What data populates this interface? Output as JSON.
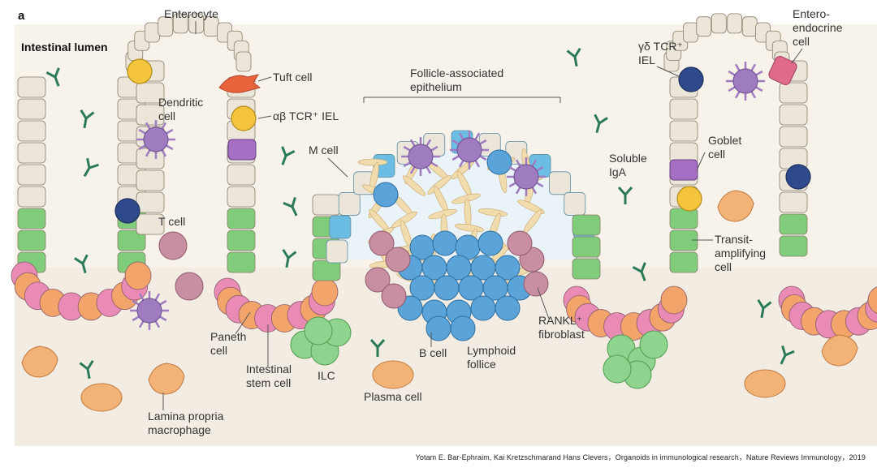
{
  "panel_letter": "a",
  "labels": {
    "intestinal_lumen": "Intestinal lumen",
    "enterocyte": "Enterocyte",
    "tuft_cell": "Tuft cell",
    "dendritic_cell": [
      "Dendritic",
      "cell"
    ],
    "ab_tcr_iel": "αβ TCR⁺ IEL",
    "gd_tcr_iel": [
      "γδ TCR⁺",
      "IEL"
    ],
    "enteroendocrine_cell": [
      "Entero-",
      "endocrine",
      "cell"
    ],
    "follicle_associated_epithelium": [
      "Follicle-associated",
      "epithelium"
    ],
    "m_cell": "M cell",
    "soluble_iga": [
      "Soluble",
      "IgA"
    ],
    "goblet_cell": [
      "Goblet",
      "cell"
    ],
    "t_cell": "T cell",
    "transit_amplifying_cell": [
      "Transit-",
      "amplifying",
      "cell"
    ],
    "rankl_fibroblast": [
      "RANKL⁺",
      "fibroblast"
    ],
    "paneth_cell": [
      "Paneth",
      "cell"
    ],
    "intestinal_stem_cell": [
      "Intestinal",
      "stem cell"
    ],
    "ilc": "ILC",
    "b_cell": "B cell",
    "lymphoid_follice": [
      "Lymphoid",
      "follice"
    ],
    "plasma_cell": "Plasma cell",
    "lamina_propria_macrophage": [
      "Lamina propria",
      "macrophage"
    ]
  },
  "citation": "Yotam E. Bar-Ephraim, Kai Kretzschmarand Hans Clevers，Organoids in immunological research，Nature Reviews  Immunology，2019",
  "colors": {
    "lamina": "#f2ece3",
    "enterocyte": "#ebe6d9",
    "stem": "#e98bb5",
    "paneth": "#f3a46a",
    "transit": "#7fcc7a",
    "goblet": "#a56fc3",
    "m_cell": "#6bbde3",
    "t_cell": "#c88fa3",
    "b_cell": "#5ba4d9",
    "ilc": "#8ed48e",
    "macrophage": "#f3b377",
    "iel": "#f4c53c",
    "gd_iel": "#2f4a8c",
    "dendritic": "#9f7cc0",
    "tuft": "#e8643c",
    "antibody": "#2a7a55"
  }
}
